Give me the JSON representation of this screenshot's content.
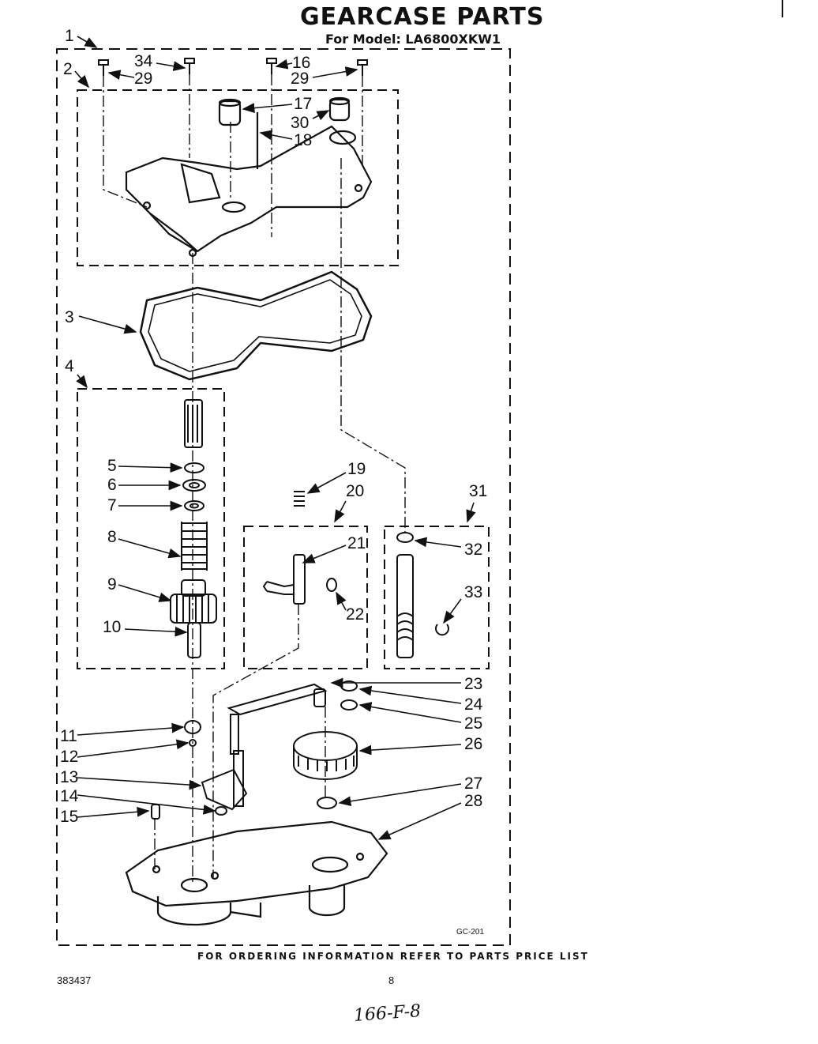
{
  "header": {
    "title": "GEARCASE PARTS",
    "subtitle": "For Model: LA6800XKW1"
  },
  "footer": {
    "ordering_note": "FOR ORDERING INFORMATION REFER TO PARTS PRICE LIST",
    "document_number": "383437",
    "page_number": "8",
    "drawing_code": "GC-201",
    "handwritten_note": "166-F-8"
  },
  "callouts": {
    "c1": "1",
    "c2": "2",
    "c3": "3",
    "c4": "4",
    "c5": "5",
    "c6": "6",
    "c7": "7",
    "c8": "8",
    "c9": "9",
    "c10": "10",
    "c11": "11",
    "c12": "12",
    "c13": "13",
    "c14": "14",
    "c15": "15",
    "c16": "16",
    "c17": "17",
    "c18": "18",
    "c19": "19",
    "c20": "20",
    "c21": "21",
    "c22": "22",
    "c23": "23",
    "c24": "24",
    "c25": "25",
    "c26": "26",
    "c27": "27",
    "c28": "28",
    "c29a": "29",
    "c29b": "29",
    "c30": "30",
    "c31": "31",
    "c32": "32",
    "c33": "33",
    "c34": "34"
  }
}
